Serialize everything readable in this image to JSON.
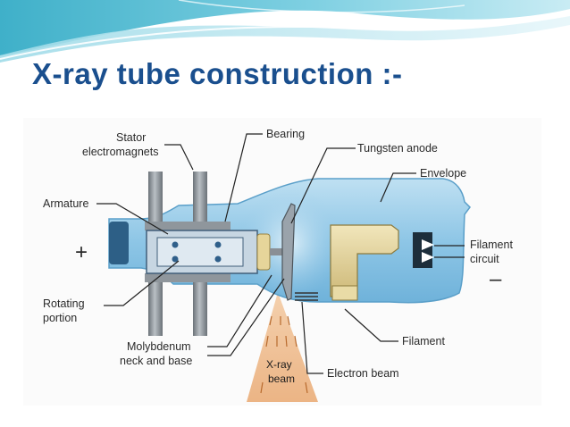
{
  "slide": {
    "title": "X-ray tube construction :-"
  },
  "diagram": {
    "labels": {
      "stator_line1": "Stator",
      "stator_line2": "electromagnets",
      "bearing": "Bearing",
      "tungsten_anode": "Tungsten anode",
      "envelope": "Envelope",
      "armature": "Armature",
      "plus": "+",
      "rotating_line1": "Rotating",
      "rotating_line2": "portion",
      "molybdenum_line1": "Molybdenum",
      "molybdenum_line2": "neck and base",
      "xray_line1": "X-ray",
      "xray_line2": "beam",
      "electron_beam": "Electron beam",
      "filament": "Filament",
      "filament_circuit_line1": "Filament",
      "filament_circuit_line2": "circuit",
      "minus": "–"
    },
    "colors": {
      "title": "#1a4f8e",
      "envelope": "#8ec6e6",
      "stator": "#8f969c",
      "cathode": "#e6d6a0"
    }
  }
}
